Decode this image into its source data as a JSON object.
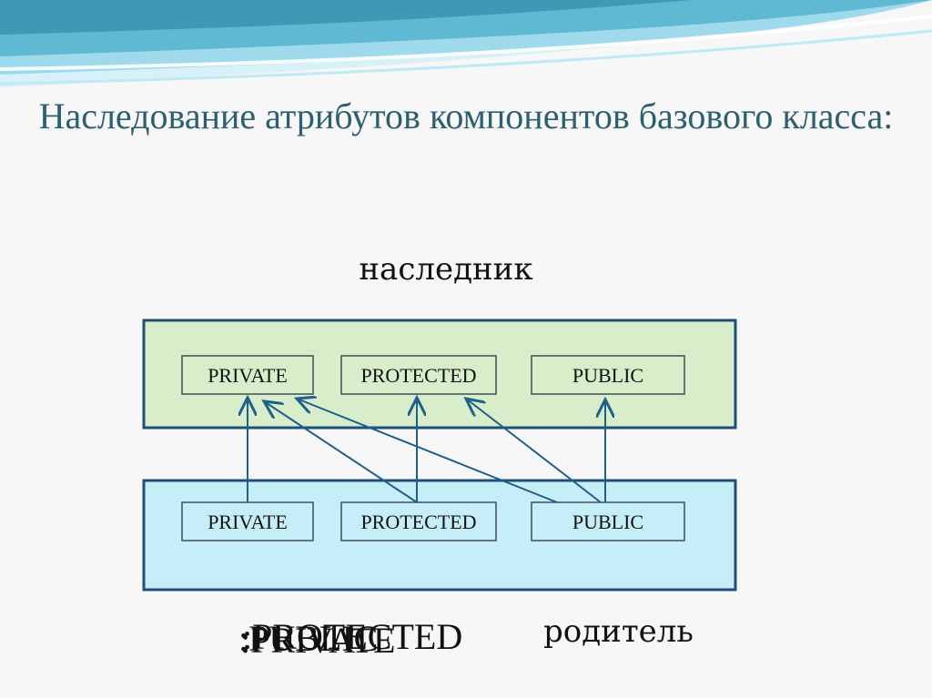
{
  "slide": {
    "title": "Наследование атрибутов компонентов базового класса:",
    "heir_label": "наследник",
    "parent_label": "родитель",
    "access_modifiers": [
      ":PUBLIC",
      ":PROTECTED",
      ":PRIVATE"
    ]
  },
  "derived_class": {
    "fill": "#d8edc9",
    "members": [
      "PRIVATE",
      "PROTECTED",
      "PUBLIC"
    ]
  },
  "base_class": {
    "fill": "#c6eef9",
    "members": [
      "PRIVATE",
      "PROTECTED",
      "PUBLIC"
    ]
  },
  "colors": {
    "title": "#2c5f6f",
    "box_border": "#1f4e79",
    "arrow": "#1f5f8b",
    "wave_light": "#8fd3e8",
    "wave_dark": "#3f98b4"
  },
  "arrows": [
    {
      "from": "base.PRIVATE",
      "to": "derived.PRIVATE"
    },
    {
      "from": "base.PROTECTED",
      "to": "derived.PRIVATE"
    },
    {
      "from": "base.PROTECTED",
      "to": "derived.PROTECTED"
    },
    {
      "from": "base.PUBLIC",
      "to": "derived.PRIVATE"
    },
    {
      "from": "base.PUBLIC",
      "to": "derived.PROTECTED"
    },
    {
      "from": "base.PUBLIC",
      "to": "derived.PUBLIC"
    }
  ]
}
